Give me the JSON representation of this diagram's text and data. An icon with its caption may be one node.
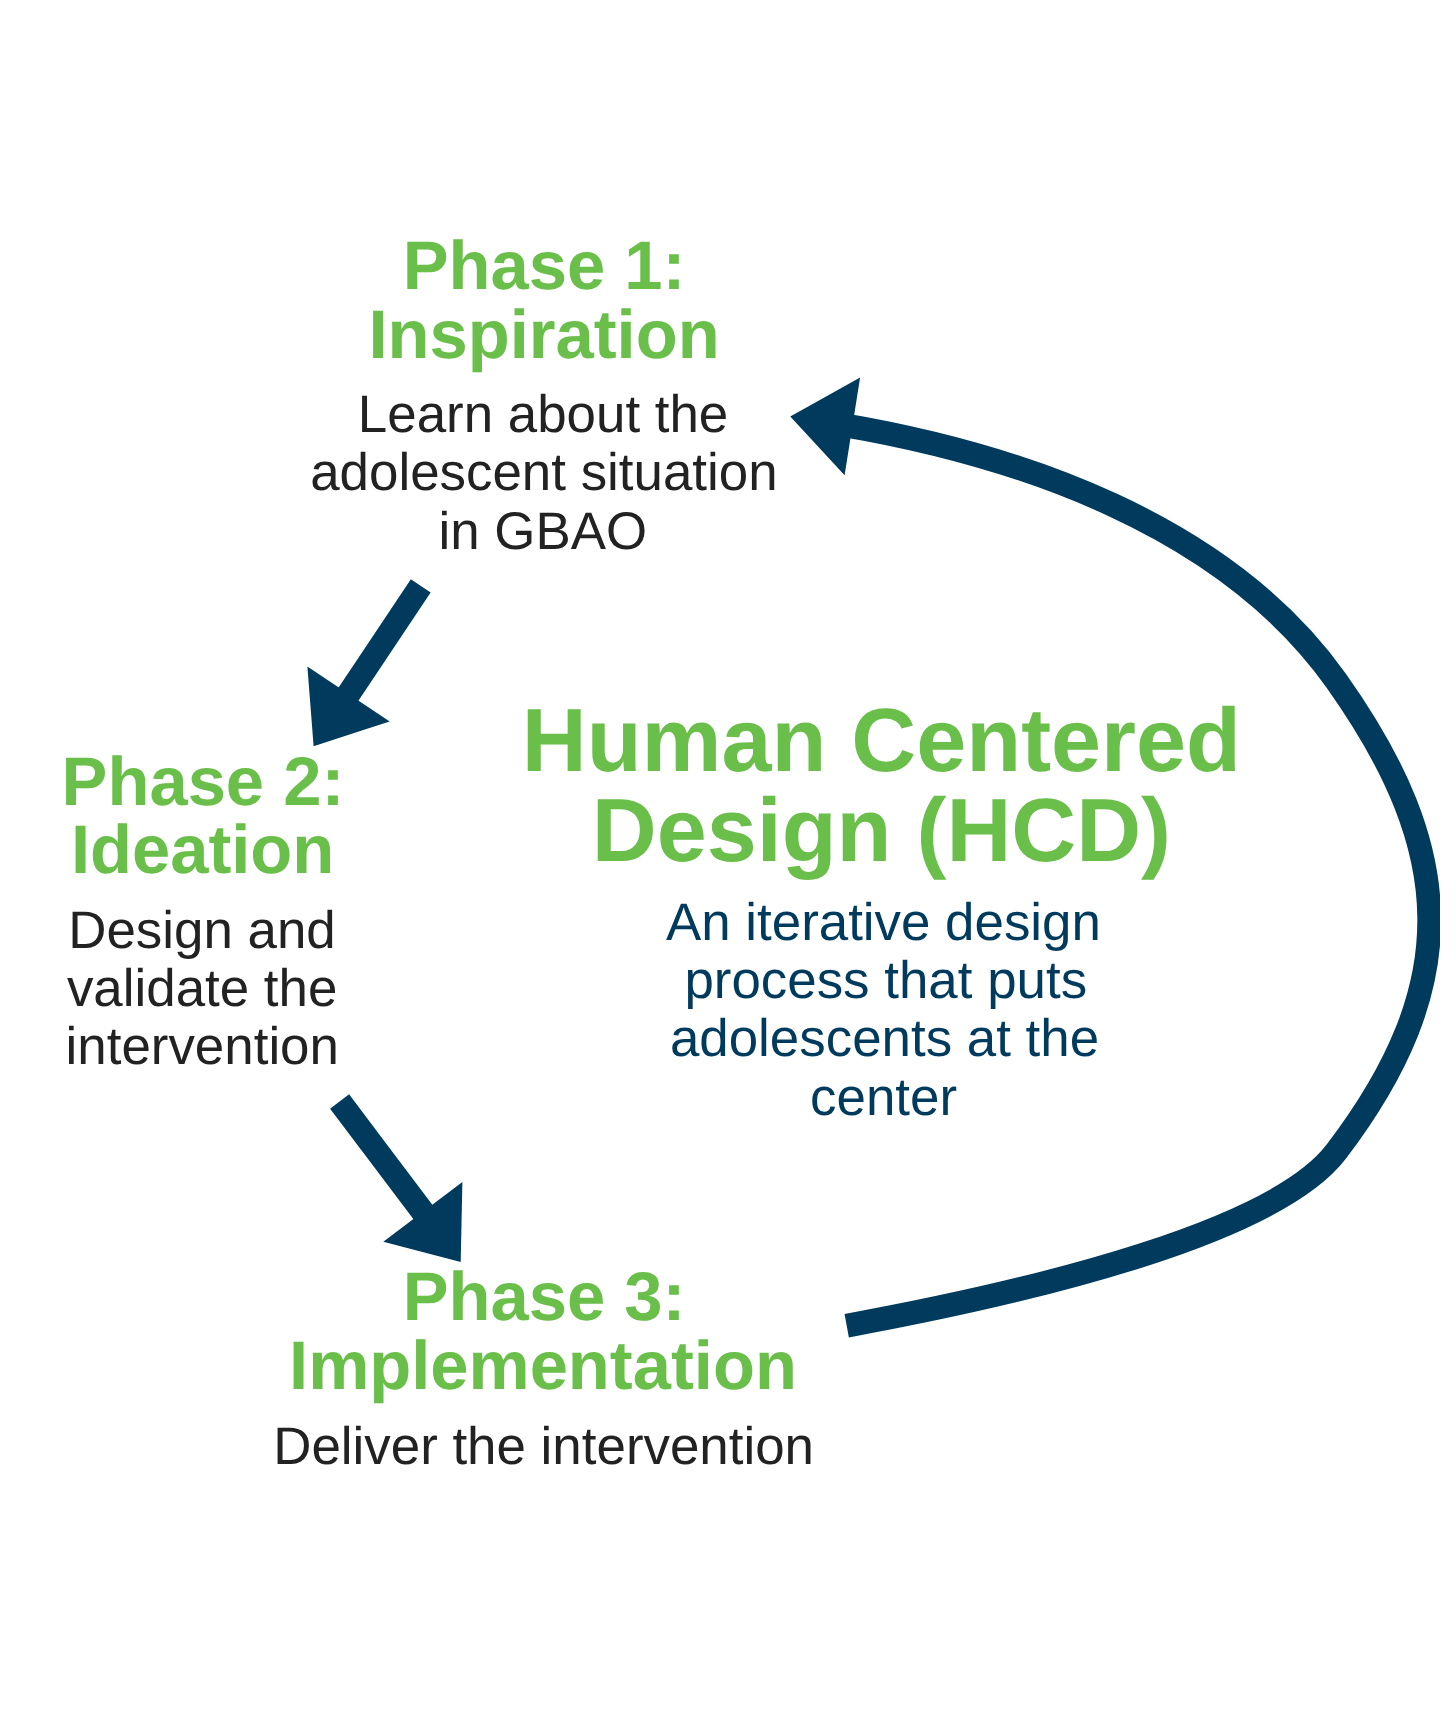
{
  "diagram": {
    "nodes": [
      {
        "text": [
          "Phase 1: Inspiration",
          "Learn about the adolescent situation in GBAO"
        ]
      },
      {
        "text": [
          "Phase 2: Ideation",
          "Design and validate the intervention"
        ]
      },
      {
        "text": [
          "Human Centered Design (HCD)",
          "An iterative design process that puts adolescents at the center"
        ]
      },
      {
        "text": [
          "Phase 3: Implementation",
          "Deliver the intervention"
        ]
      }
    ],
    "edges": [
      {
        "from": 0,
        "to": 1,
        "arrow": "to"
      },
      {
        "from": 1,
        "to": 3,
        "arrow": "to"
      },
      {
        "from": 3,
        "to": 0,
        "arrow": "to"
      }
    ]
  }
}
